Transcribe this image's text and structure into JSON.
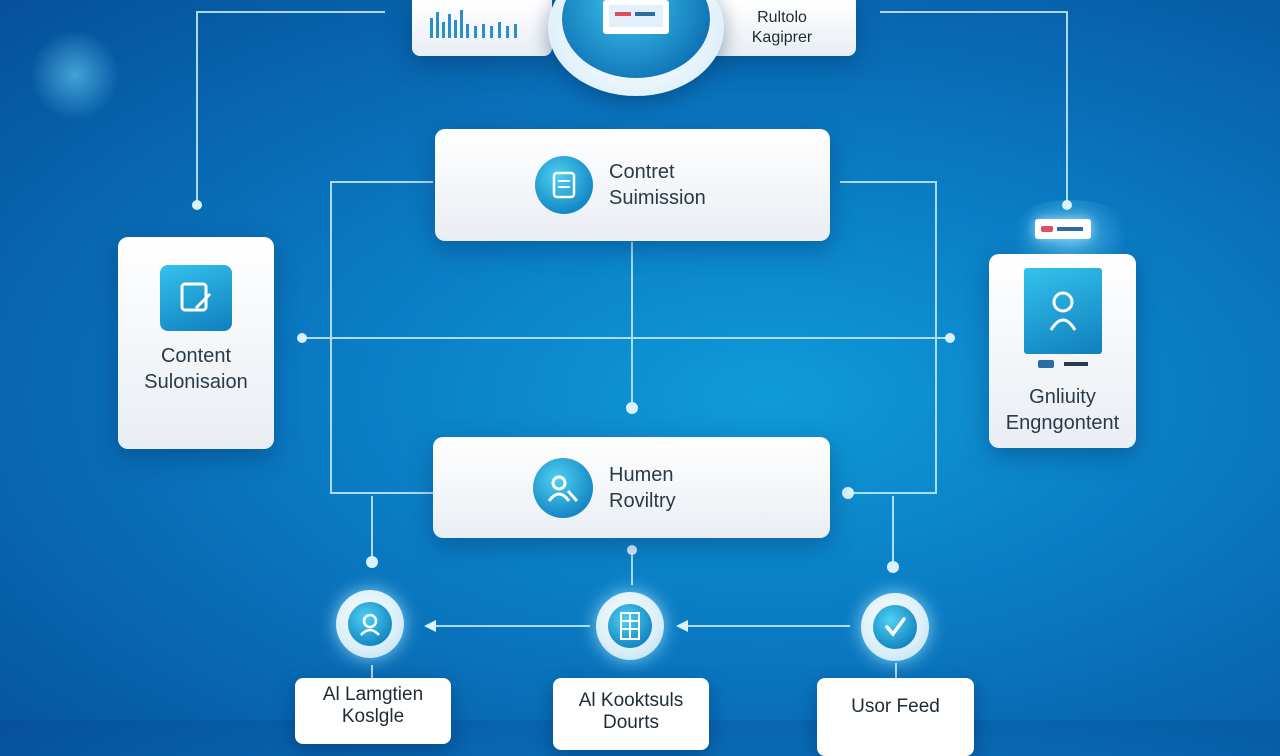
{
  "top_bar": {
    "right_label": "Rultolo Kagiprer"
  },
  "cards": {
    "content_submission_top": {
      "line1": "Contret",
      "line2": "Suimission"
    },
    "content_submission_left": {
      "line1": "Content",
      "line2": "Sulonisaion"
    },
    "community_engagement": {
      "line1": "Gnliuity",
      "line2": "Engngontent"
    },
    "human_review": {
      "line1": "Humen",
      "line2": "Roviltry"
    }
  },
  "bottom_labels": {
    "ai_moderation": {
      "line1": "Al Lamgtien",
      "line2": "Koslgle"
    },
    "ai_analysis": {
      "line1": "Al Kooktsuls",
      "line2": "Dourts"
    },
    "user_feedback": {
      "line1": "Usor Feed",
      "line2": ""
    }
  },
  "icons": {
    "top_chart": "bar-chart-icon",
    "hub": "monitor-icon",
    "content_submission_top": "document-icon",
    "content_submission_left": "edit-document-icon",
    "community_engagement": "user-icon",
    "human_review": "person-search-icon",
    "ai_moderation": "user-shield-icon",
    "ai_analysis": "grid-icon",
    "user_feedback": "checkmark-icon"
  },
  "colors": {
    "accent": "#1aa3dc",
    "background": "#0a7cc4",
    "wire": "#bfe6f7"
  }
}
